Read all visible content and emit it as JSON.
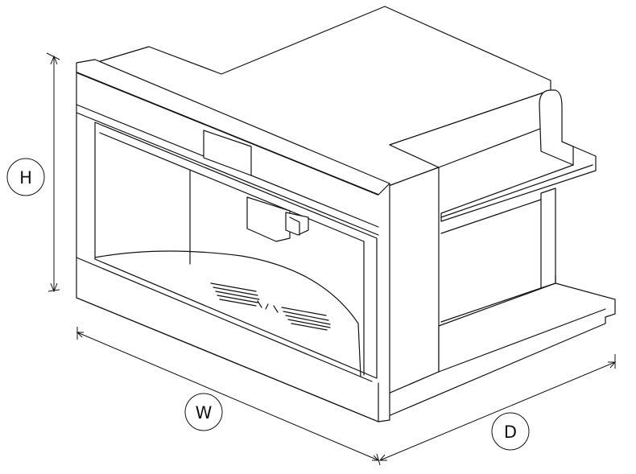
{
  "dimension_labels": {
    "height": "H",
    "width": "W",
    "depth": "D"
  },
  "colors": {
    "line": "#111111",
    "background": "#ffffff"
  }
}
